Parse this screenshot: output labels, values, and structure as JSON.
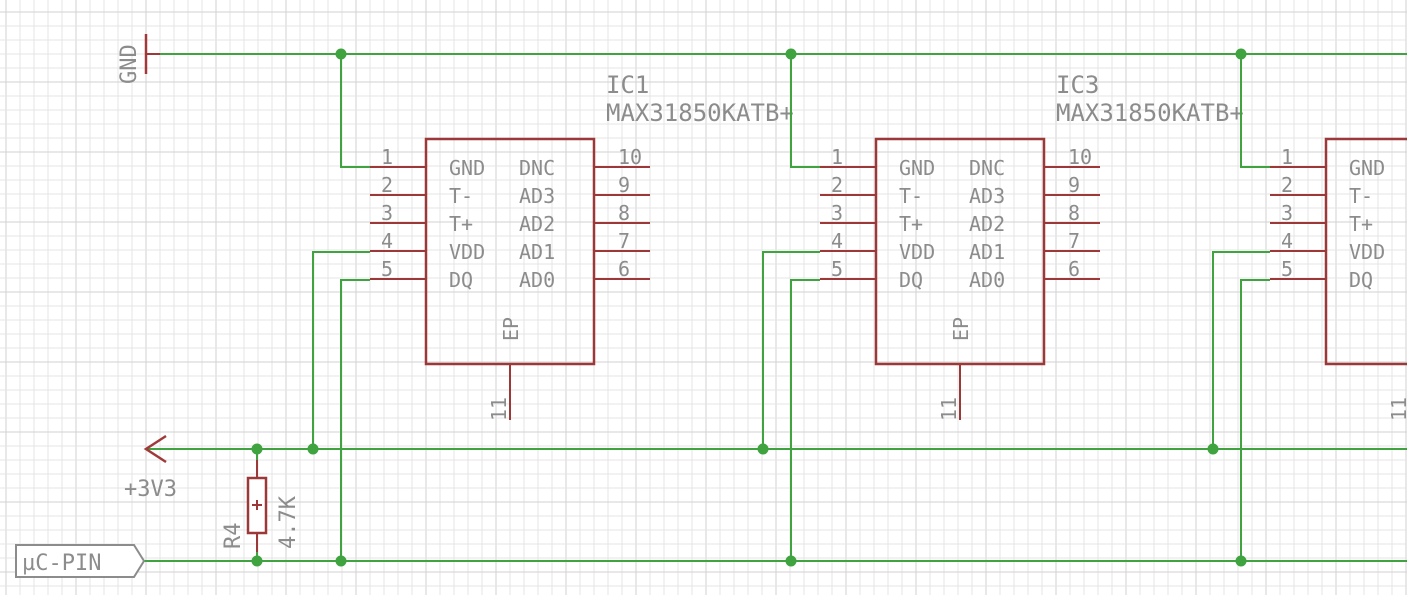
{
  "power": {
    "gnd_label": "GND",
    "vcc_label": "+3V3"
  },
  "resistor": {
    "name": "R4",
    "value": "4.7K"
  },
  "port": {
    "label": "µC-PIN"
  },
  "chips": [
    {
      "name": "IC1",
      "part": "MAX31850KATB+",
      "left_pins": [
        {
          "num": "1",
          "name": "GND"
        },
        {
          "num": "2",
          "name": "T-"
        },
        {
          "num": "3",
          "name": "T+"
        },
        {
          "num": "4",
          "name": "VDD"
        },
        {
          "num": "5",
          "name": "DQ"
        }
      ],
      "right_pins": [
        {
          "num": "10",
          "name": "DNC"
        },
        {
          "num": "9",
          "name": "AD3"
        },
        {
          "num": "8",
          "name": "AD2"
        },
        {
          "num": "7",
          "name": "AD1"
        },
        {
          "num": "6",
          "name": "AD0"
        }
      ],
      "ep_label": "EP",
      "ep_pin": "11"
    },
    {
      "name": "IC3",
      "part": "MAX31850KATB+",
      "left_pins": [
        {
          "num": "1",
          "name": "GND"
        },
        {
          "num": "2",
          "name": "T-"
        },
        {
          "num": "3",
          "name": "T+"
        },
        {
          "num": "4",
          "name": "VDD"
        },
        {
          "num": "5",
          "name": "DQ"
        }
      ],
      "right_pins": [
        {
          "num": "10",
          "name": "DNC"
        },
        {
          "num": "9",
          "name": "AD3"
        },
        {
          "num": "8",
          "name": "AD2"
        },
        {
          "num": "7",
          "name": "AD1"
        },
        {
          "num": "6",
          "name": "AD0"
        }
      ],
      "ep_label": "EP",
      "ep_pin": "11"
    },
    {
      "name": "",
      "part": "",
      "left_pins": [
        {
          "num": "1",
          "name": "GND"
        },
        {
          "num": "2",
          "name": "T-"
        },
        {
          "num": "3",
          "name": "T+"
        },
        {
          "num": "4",
          "name": "VDD"
        },
        {
          "num": "5",
          "name": "DQ"
        }
      ],
      "right_pins": [],
      "ep_label": "",
      "ep_pin": "11"
    }
  ],
  "colors": {
    "wire": "#3fa33f",
    "symbol": "#9c3838",
    "text": "#8c8c8c",
    "grid": "#e4e4e4",
    "grid_major": "#d2d2d2"
  }
}
